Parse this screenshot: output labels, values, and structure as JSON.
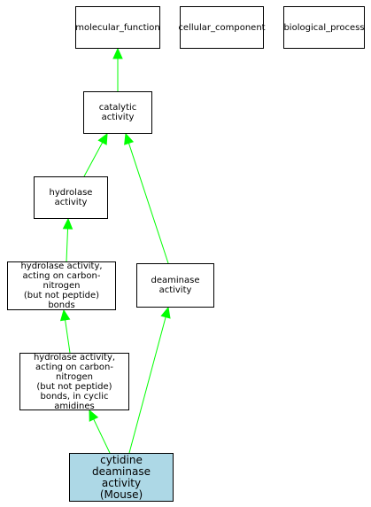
{
  "colors": {
    "edge": "#00ff00",
    "node_border": "#000000",
    "node_fill": "#ffffff",
    "focus_fill": "#add8e6"
  },
  "nodes": {
    "molecular_function": {
      "label": "molecular_function"
    },
    "cellular_component": {
      "label": "cellular_component"
    },
    "biological_process": {
      "label": "biological_process"
    },
    "catalytic_activity": {
      "label": "catalytic activity"
    },
    "hydrolase_activity": {
      "label": "hydrolase activity"
    },
    "hydrolase_cn": {
      "label": "hydrolase activity,\nacting on carbon-nitrogen\n(but not peptide)\nbonds"
    },
    "hydrolase_cn_cyclic": {
      "label": "hydrolase activity,\nacting on carbon-nitrogen\n(but not peptide)\nbonds, in cyclic\namidines"
    },
    "deaminase_activity": {
      "label": "deaminase activity"
    },
    "cytidine_deaminase": {
      "label": "cytidine deaminase\nactivity\n(Mouse)"
    }
  },
  "edges": [
    {
      "from": "catalytic_activity",
      "to": "molecular_function"
    },
    {
      "from": "hydrolase_activity",
      "to": "catalytic_activity"
    },
    {
      "from": "deaminase_activity",
      "to": "catalytic_activity"
    },
    {
      "from": "hydrolase_cn",
      "to": "hydrolase_activity"
    },
    {
      "from": "hydrolase_cn_cyclic",
      "to": "hydrolase_cn"
    },
    {
      "from": "cytidine_deaminase",
      "to": "hydrolase_cn_cyclic"
    },
    {
      "from": "cytidine_deaminase",
      "to": "deaminase_activity"
    }
  ]
}
